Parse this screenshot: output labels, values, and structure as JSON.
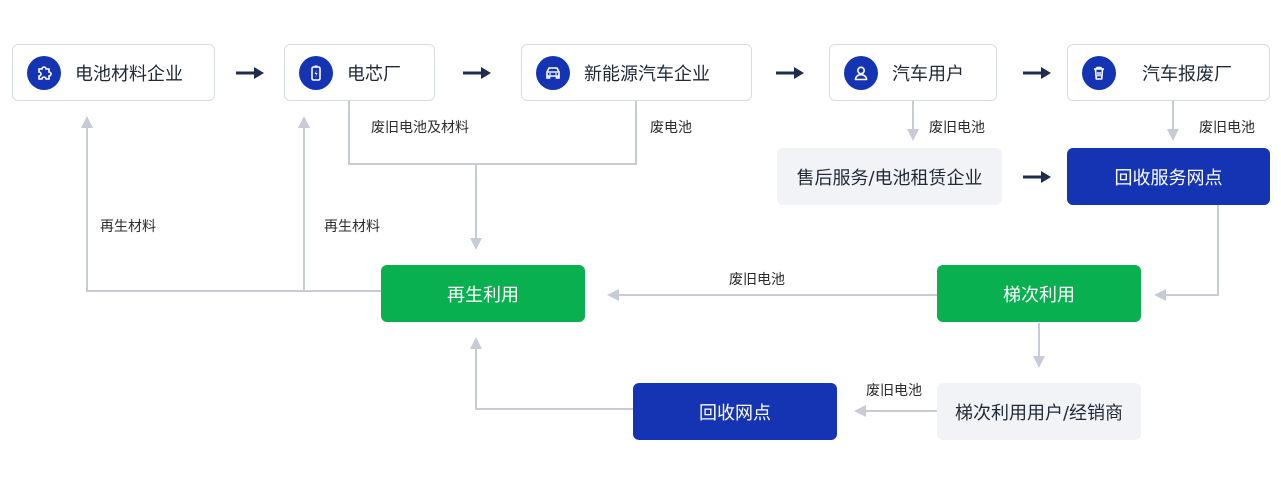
{
  "nodes": {
    "battery_material": "电池材料企业",
    "cell_factory": "电芯厂",
    "nev_company": "新能源汽车企业",
    "car_user": "汽车用户",
    "scrap_factory": "汽车报废厂",
    "aftersales": "售后服务/电池租赁企业",
    "recycle_service_point": "回收服务网点",
    "regeneration": "再生利用",
    "cascade": "梯次利用",
    "cascade_user": "梯次利用用户/经销商",
    "recycle_point": "回收网点"
  },
  "labels": {
    "waste_battery_material": "废旧电池及材料",
    "waste_battery_nev": "废电池",
    "waste_battery_user": "废旧电池",
    "waste_battery_scrap": "废旧电池",
    "regen_material_1": "再生材料",
    "regen_material_2": "再生材料",
    "waste_battery_cascade": "废旧电池",
    "waste_battery_dealer": "废旧电池"
  },
  "colors": {
    "primary_blue": "#1434b4",
    "green": "#08b050",
    "line": "#c6cbd6",
    "arrow_dark": "#1f2d4d"
  },
  "icons": [
    "puzzle-icon",
    "battery-icon",
    "car-icon",
    "user-icon",
    "trash-icon"
  ]
}
